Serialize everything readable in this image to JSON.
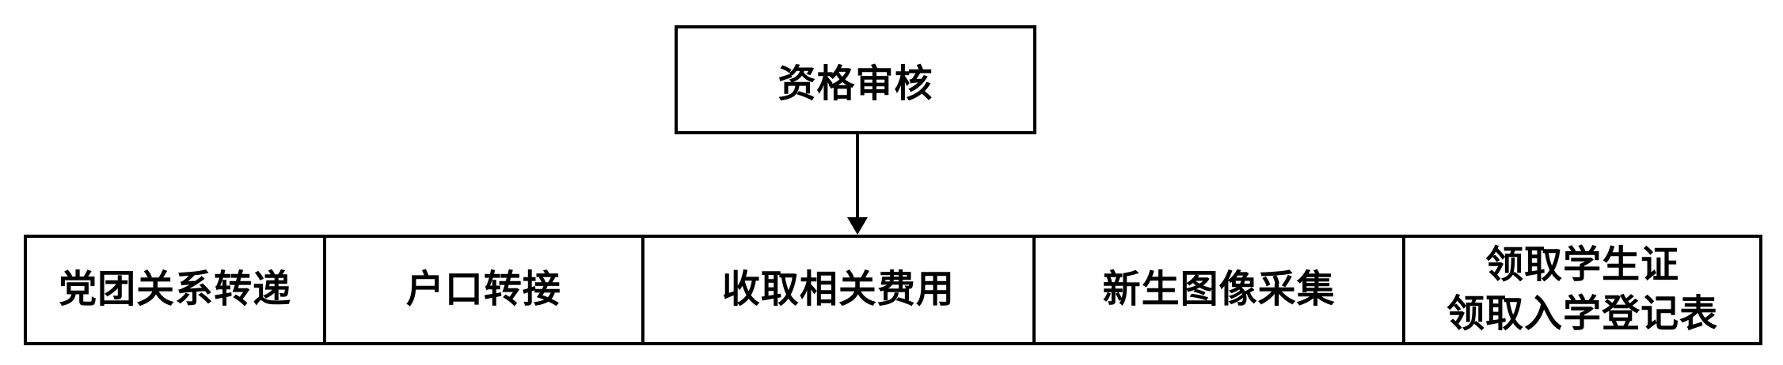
{
  "flowchart": {
    "colors": {
      "background": "#ffffff",
      "border": "#000000",
      "text": "#000000"
    },
    "top_box": {
      "label": "资格审核"
    },
    "connector": {
      "type": "down-arrow"
    },
    "row_cells": [
      {
        "label": "党团关系转递"
      },
      {
        "label": "户口转接"
      },
      {
        "label": "收取相关费用"
      },
      {
        "label": "新生图像采集"
      },
      {
        "label_line1": "领取学生证",
        "label_line2": "领取入学登记表"
      }
    ]
  }
}
